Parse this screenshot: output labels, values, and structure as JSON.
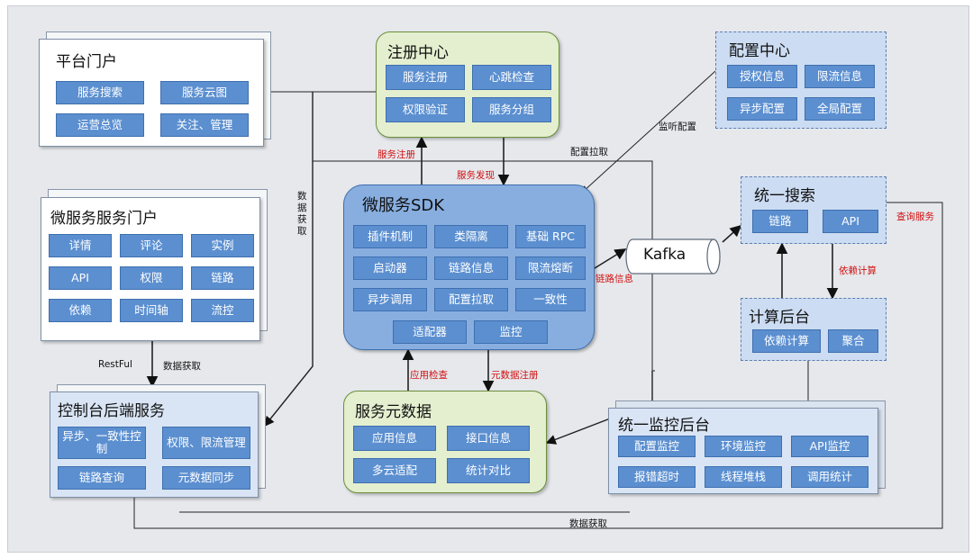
{
  "platform_portal": {
    "title": "平台门户",
    "items": [
      "服务搜索",
      "服务云图",
      "运营总览",
      "关注、管理"
    ]
  },
  "ms_portal": {
    "title": "微服务服务门户",
    "items": [
      "详情",
      "评论",
      "实例",
      "API",
      "权限",
      "链路",
      "依赖",
      "时间轴",
      "流控"
    ]
  },
  "console": {
    "title": "控制台后端服务",
    "items": [
      "异步、一致性控制",
      "权限、限流管理",
      "链路查询",
      "元数据同步"
    ]
  },
  "registry": {
    "title": "注册中心",
    "items": [
      "服务注册",
      "心跳检查",
      "权限验证",
      "服务分组"
    ]
  },
  "sdk": {
    "title": "微服务SDK",
    "items": [
      "插件机制",
      "类隔离",
      "基础 RPC",
      "启动器",
      "链路信息",
      "限流熔断",
      "异步调用",
      "配置拉取",
      "一致性",
      "适配器",
      "监控"
    ]
  },
  "metadata": {
    "title": "服务元数据",
    "items": [
      "应用信息",
      "接口信息",
      "多云适配",
      "统计对比"
    ]
  },
  "config_center": {
    "title": "配置中心",
    "items": [
      "授权信息",
      "限流信息",
      "异步配置",
      "全局配置"
    ]
  },
  "search": {
    "title": "统一搜索",
    "items": [
      "链路",
      "API"
    ]
  },
  "compute": {
    "title": "计算后台",
    "items": [
      "依赖计算",
      "聚合"
    ]
  },
  "monitor": {
    "title": "统一监控后台",
    "items": [
      "配置监控",
      "环境监控",
      "API监控",
      "报错超时",
      "线程堆栈",
      "调用统计"
    ]
  },
  "kafka": "Kafka",
  "edges": {
    "service_register": "服务注册",
    "service_discovery": "服务发现",
    "config_pull": "配置拉取",
    "listen_config": "监听配置",
    "data_fetch_vertical": "数据获取",
    "restful": "RestFul",
    "data_fetch": "数据获取",
    "app_check": "应用检查",
    "metadata_register": "元数据注册",
    "trace_info": "链路信息",
    "query_service": "查询服务",
    "dependency_compute": "依赖计算",
    "data_fetch_bottom": "数据获取"
  },
  "colors": {
    "tile_blue": "#5b8fd0",
    "tile_light": "#a8c4e8",
    "green_box": "#e4efcf",
    "dashed_box": "#ccdcf2",
    "edge_label_red": "#d01010"
  }
}
